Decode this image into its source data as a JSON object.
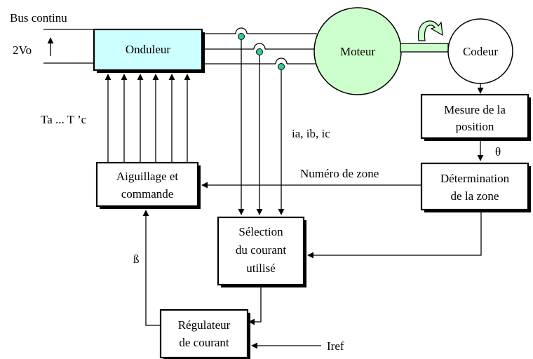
{
  "labels": {
    "bus": "Bus continu",
    "voltage": "2Vo",
    "gate_signals": "Ta ... T ’c",
    "currents": "ia, ib, ic",
    "zone_number": "Numéro de zone",
    "theta": "θ",
    "beta": "ß",
    "iref": "Iref"
  },
  "blocks": {
    "onduleur": "Onduleur",
    "moteur": "Moteur",
    "codeur": "Codeur",
    "mesure": [
      "Mesure de la",
      "position"
    ],
    "determination": [
      "Détermination",
      "de la zone"
    ],
    "aiguillage": [
      "Aiguillage et",
      "commande"
    ],
    "selection": [
      "Sélection",
      "du courant",
      "utilisé"
    ],
    "regulateur": [
      "Régulateur",
      "de courant"
    ]
  },
  "colors": {
    "onduleur_fill": "#CCFFFF",
    "moteur_fill": "#CCFFCC",
    "shaft_fill": "#CCFFCC",
    "sensor_fill": "#33CC99"
  }
}
